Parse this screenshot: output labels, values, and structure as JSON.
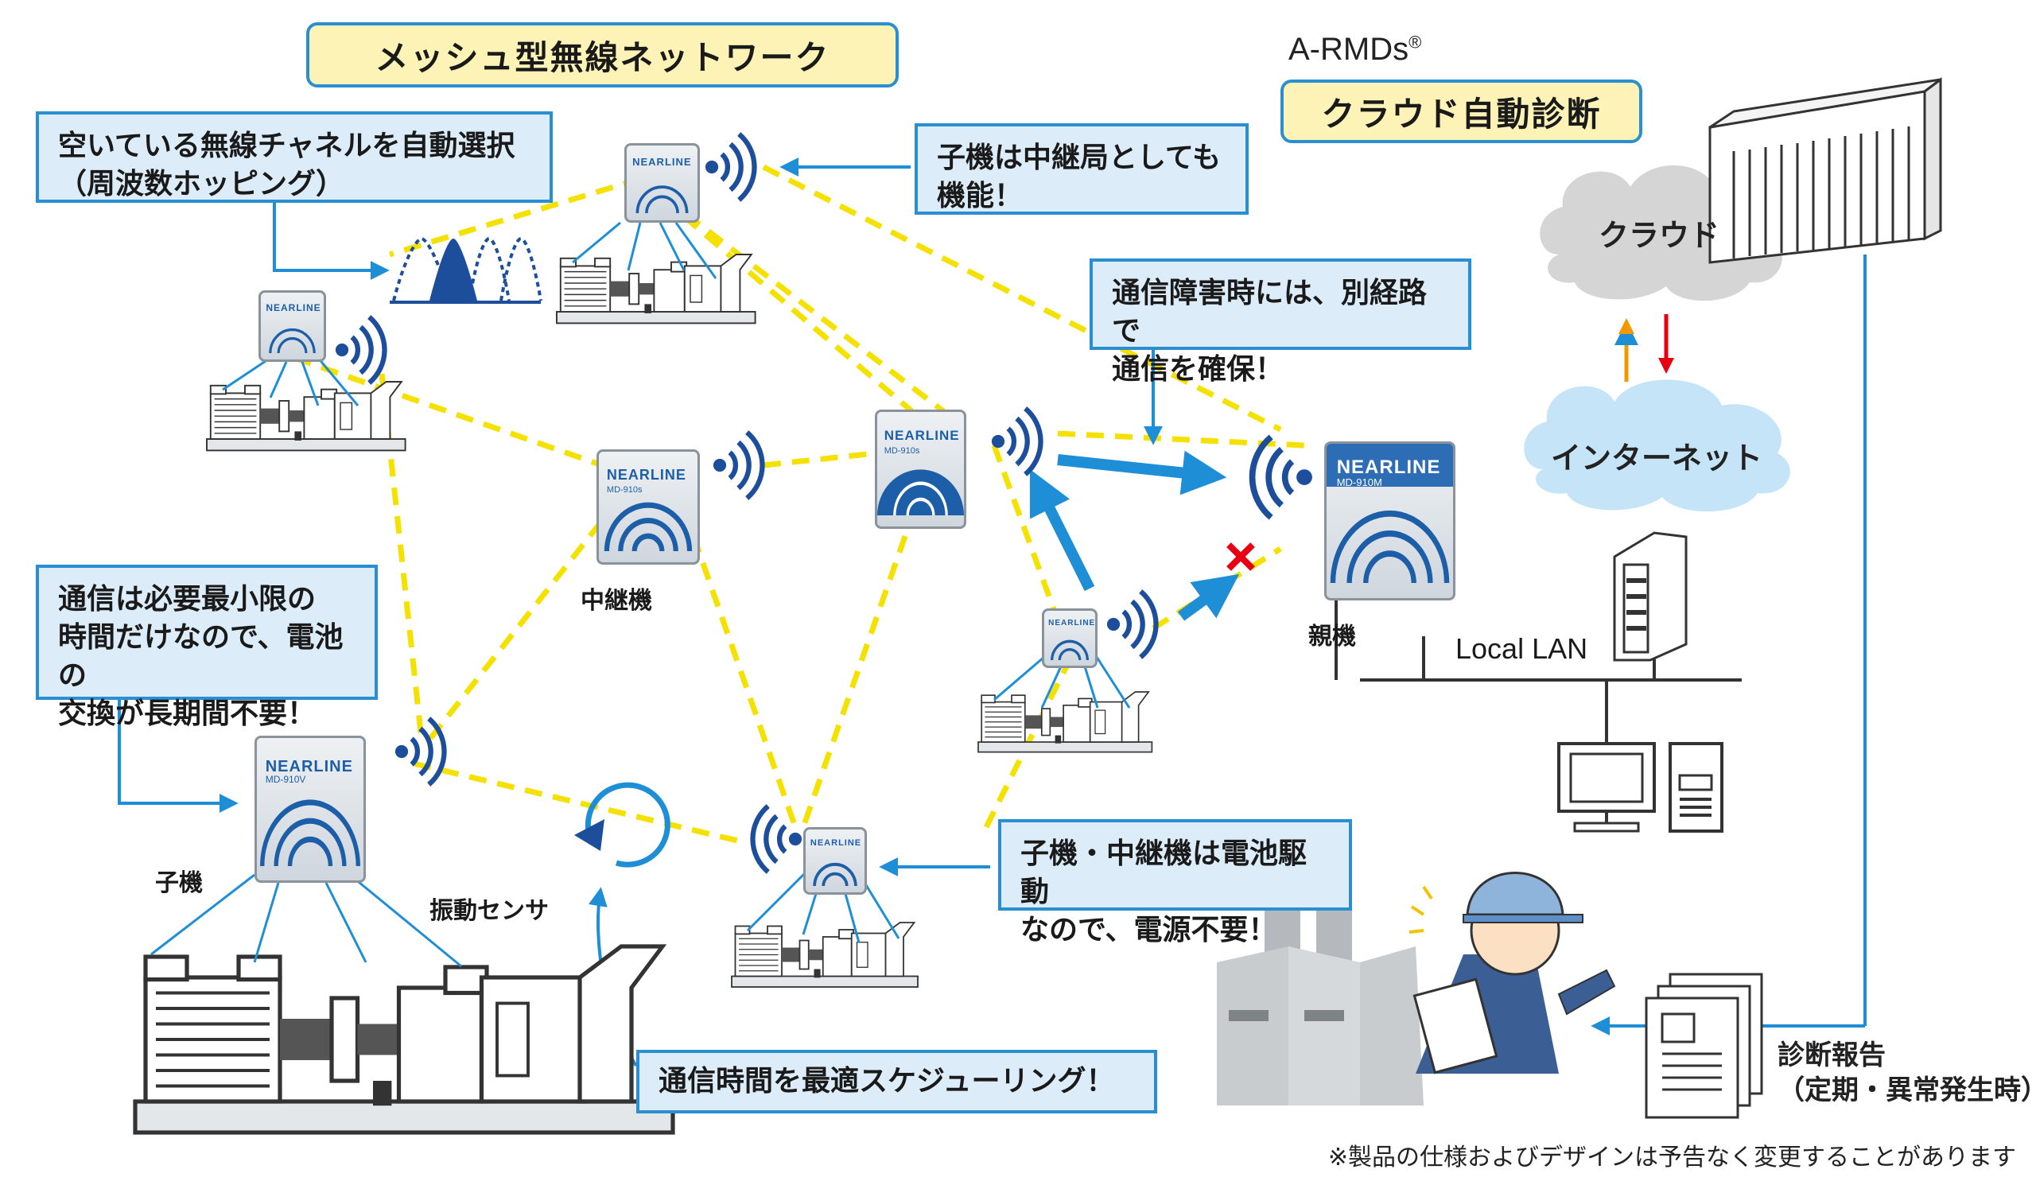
{
  "titles": {
    "mesh": "メッシュ型無線ネットワーク",
    "brand": "A-RMDs",
    "brand_mark": "®",
    "cloud_diag": "クラウド自動診断"
  },
  "callouts": {
    "channel": [
      "空いている無線チャネルを自動選択",
      "（周波数ホッピング）"
    ],
    "relay": [
      "子機は中継局としても",
      "機能！"
    ],
    "failover": [
      "通信障害時には、別経路で",
      "通信を確保！"
    ],
    "battery_life": [
      "通信は必要最小限の",
      "時間だけなので、電池の",
      "交換が長期間不要！"
    ],
    "battery_drive": [
      "子機・中継機は電池駆動",
      "なので、電源不要！"
    ],
    "schedule": "通信時間を最適スケジューリング！"
  },
  "labels": {
    "relay_unit": "中継機",
    "parent_unit": "親機",
    "child_unit": "子機",
    "vibration_sensor": "振動センサ",
    "cloud": "クラウド",
    "internet": "インターネット",
    "local_lan": "Local LAN",
    "diag_report": [
      "診断報告",
      "（定期・異常発生時）"
    ]
  },
  "devices": {
    "brand": "NEARLINE",
    "models": {
      "child": "MD-910V",
      "relay": "MD-910s",
      "parent": "MD-910M"
    }
  },
  "footnote": "※製品の仕様およびデザインは予告なく変更することがあります",
  "colors": {
    "mesh_line": "#f5e100",
    "accent_blue": "#1e8fd6",
    "callout_fill": "#dcecf8",
    "title_fill": "#fdf3b6",
    "cloud_gray": "#d5d5d5",
    "internet_blue": "#c6e4f7",
    "error_red": "#e60012",
    "up_arrow": "#f39800"
  },
  "icons": [
    "wifi-icon",
    "cloud-icon",
    "server-icon",
    "pc-icon",
    "factory-icon",
    "engineer-icon",
    "report-icon",
    "pump-icon",
    "cycle-arrow-icon",
    "x-mark-icon"
  ]
}
